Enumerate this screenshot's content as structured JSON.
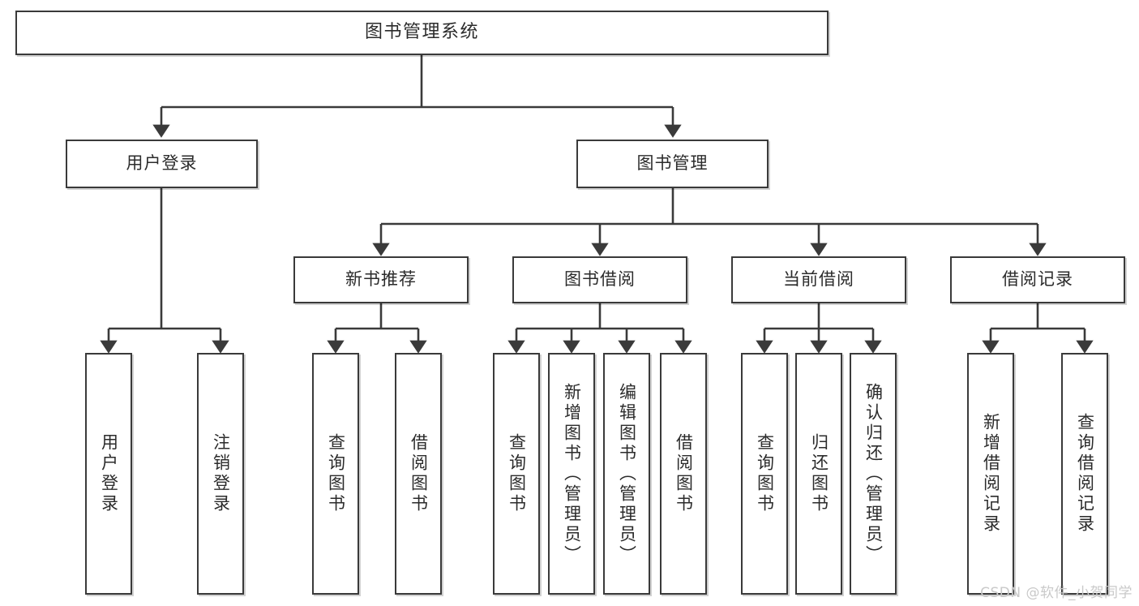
{
  "diagram": {
    "title": "图书管理系统",
    "type": "tree-hierarchy",
    "watermark": "CSDN @软件_小贺同学",
    "colors": {
      "node_border": "#3a3a3a",
      "node_fill": "#ffffff",
      "edge": "#3a3a3a",
      "text": "#2b2b2b",
      "watermark": "#c9c9c9"
    },
    "nodes": {
      "root": {
        "label": "图书管理系统"
      },
      "level2": [
        {
          "id": "user-login",
          "label": "用户登录"
        },
        {
          "id": "book-management",
          "label": "图书管理"
        }
      ],
      "level3": [
        {
          "id": "new-book-recommend",
          "label": "新书推荐"
        },
        {
          "id": "book-borrow",
          "label": "图书借阅"
        },
        {
          "id": "current-borrow",
          "label": "当前借阅"
        },
        {
          "id": "borrow-record",
          "label": "借阅记录"
        }
      ],
      "leaves": {
        "user_login": [
          {
            "id": "leaf-user-login",
            "label": "用户登录"
          },
          {
            "id": "leaf-logout",
            "label": "注销登录"
          }
        ],
        "new_book_recommend": [
          {
            "id": "leaf-query-book-1",
            "label": "查询图书"
          },
          {
            "id": "leaf-borrow-book-1",
            "label": "借阅图书"
          }
        ],
        "book_borrow": [
          {
            "id": "leaf-query-book-2",
            "label": "查询图书"
          },
          {
            "id": "leaf-add-book",
            "label": "新增图书（管理员）"
          },
          {
            "id": "leaf-edit-book",
            "label": "编辑图书（管理员）"
          },
          {
            "id": "leaf-borrow-book-2",
            "label": "借阅图书"
          }
        ],
        "current_borrow": [
          {
            "id": "leaf-query-book-3",
            "label": "查询图书"
          },
          {
            "id": "leaf-return-book",
            "label": "归还图书"
          },
          {
            "id": "leaf-confirm-return",
            "label": "确认归还（管理员）"
          }
        ],
        "borrow_record": [
          {
            "id": "leaf-add-record",
            "label": "新增借阅记录"
          },
          {
            "id": "leaf-query-record",
            "label": "查询借阅记录"
          }
        ]
      }
    }
  }
}
